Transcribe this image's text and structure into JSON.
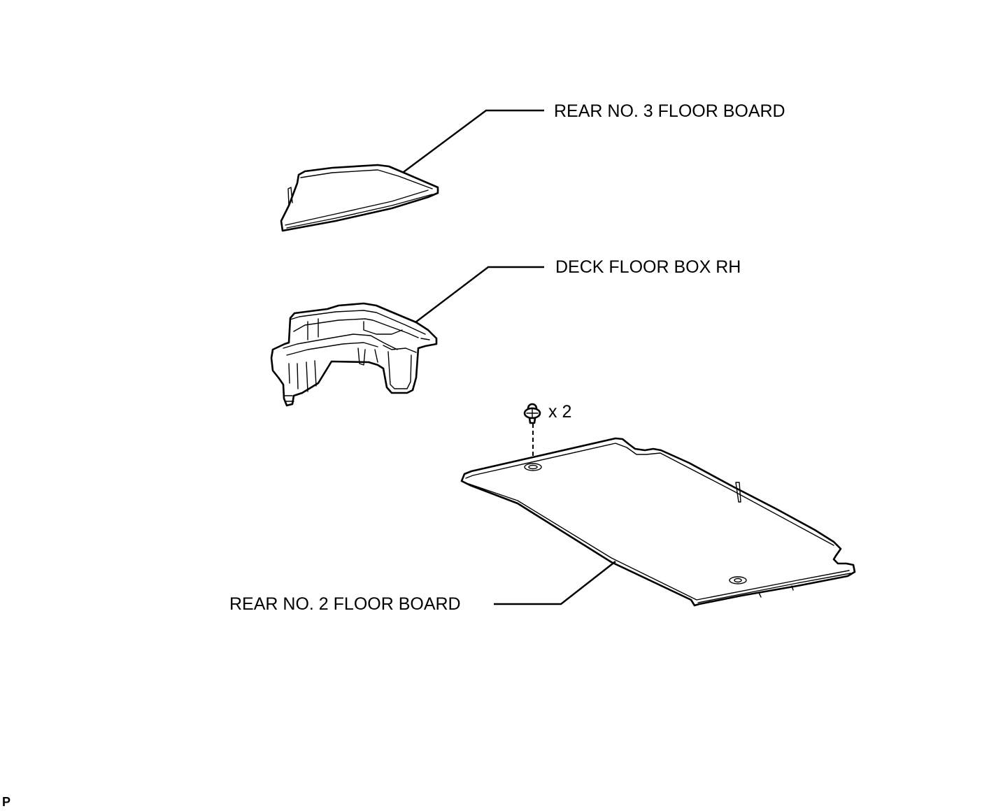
{
  "labels": {
    "rear_no3": "REAR NO. 3 FLOOR BOARD",
    "deck_box": "DECK FLOOR BOX RH",
    "rear_no2": "REAR NO. 2 FLOOR BOARD",
    "clip_qty": "x 2",
    "corner_mark": "P"
  }
}
